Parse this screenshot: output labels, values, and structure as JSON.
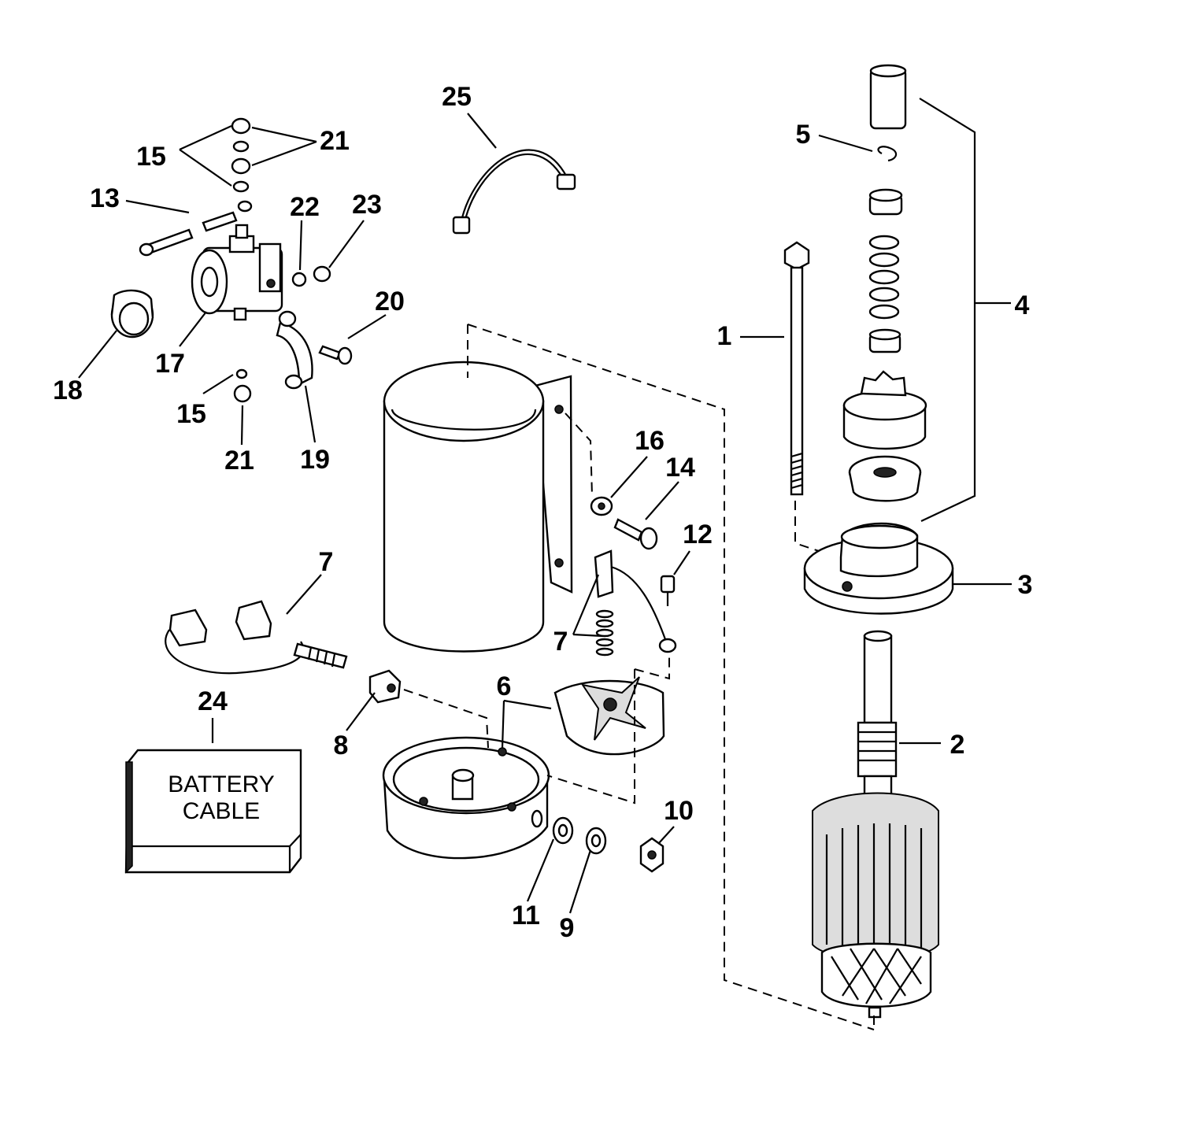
{
  "callouts": {
    "c1": "1",
    "c2": "2",
    "c3": "3",
    "c4": "4",
    "c5": "5",
    "c6": "6",
    "c7a": "7",
    "c7b": "7",
    "c8": "8",
    "c9": "9",
    "c10": "10",
    "c11": "11",
    "c12": "12",
    "c13": "13",
    "c14": "14",
    "c15a": "15",
    "c15b": "15",
    "c16": "16",
    "c17": "17",
    "c18": "18",
    "c19": "19",
    "c20": "20",
    "c21a": "21",
    "c21b": "21",
    "c22": "22",
    "c23": "23",
    "c24": "24",
    "c25": "25"
  },
  "battery_box": {
    "line1": "BATTERY",
    "line2": "CABLE"
  }
}
